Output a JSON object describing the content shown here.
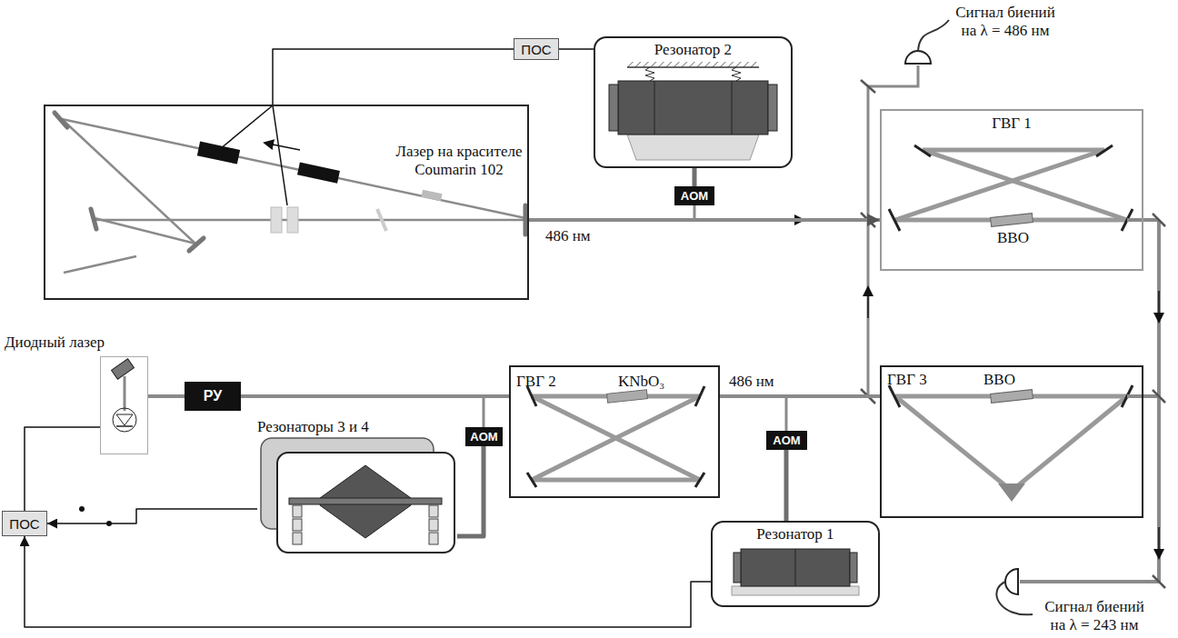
{
  "diagram": {
    "nodes": [
      {
        "text": [
          "Резонатор 2"
        ]
      },
      {
        "text": [
          "ПОС"
        ]
      },
      {
        "text": [
          "Лазер на красителе Coumarin 102"
        ]
      },
      {
        "text": [
          "ГВГ 1",
          "BBO"
        ]
      },
      {
        "text": [
          "AOM"
        ]
      },
      {
        "text": [
          "Диодный лазер"
        ]
      },
      {
        "text": [
          "РУ"
        ]
      },
      {
        "text": [
          "ГВГ 2",
          "KNbO₃"
        ]
      },
      {
        "text": [
          "Резонаторы 3 и 4"
        ]
      },
      {
        "text": [
          "AOM"
        ]
      },
      {
        "text": [
          "AOM"
        ]
      },
      {
        "text": [
          "Резонатор 1"
        ]
      },
      {
        "text": [
          "ГВГ 3",
          "BBO"
        ]
      },
      {
        "text": [
          "ПОС"
        ]
      }
    ],
    "edges": [
      {
        "from": 2,
        "to": 3,
        "arrow": "to"
      },
      {
        "from": 1,
        "to": 2,
        "arrow": "none"
      },
      {
        "from": 0,
        "to": 1,
        "arrow": "none"
      },
      {
        "from": 13,
        "to": 5,
        "arrow": "none"
      },
      {
        "from": 8,
        "to": 13,
        "arrow": "to"
      },
      {
        "from": 11,
        "to": 13,
        "arrow": "to"
      },
      {
        "from": 5,
        "to": 6,
        "arrow": "none"
      },
      {
        "from": 6,
        "to": 7,
        "arrow": "none"
      },
      {
        "from": 7,
        "to": 12,
        "arrow": "none"
      },
      {
        "from": 4,
        "to": 0,
        "arrow": "none"
      },
      {
        "from": 9,
        "to": 8,
        "arrow": "none"
      },
      {
        "from": 10,
        "to": 11,
        "arrow": "none"
      }
    ],
    "labels": [
      "486 нм",
      "486 нм",
      "Сигнал биений на λ = 486 нм",
      "Сигнал биений на λ = 243 нм"
    ]
  }
}
